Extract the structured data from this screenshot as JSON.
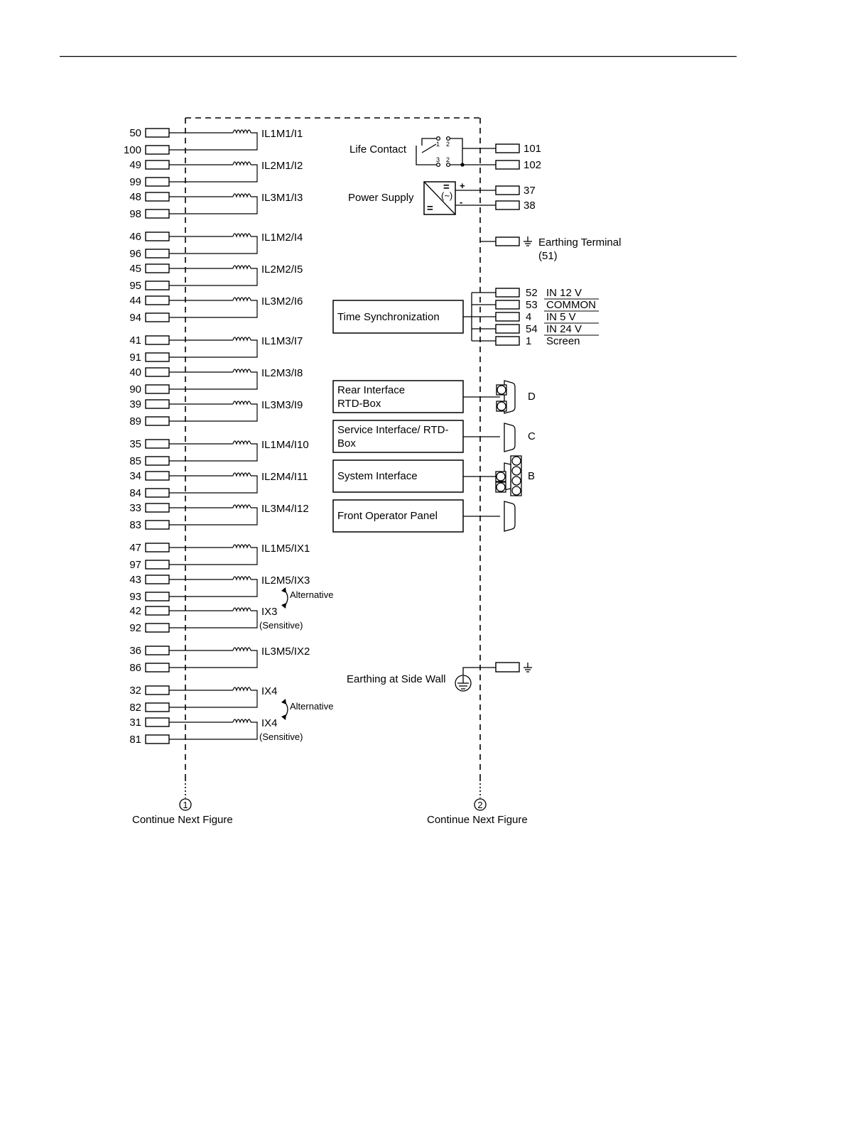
{
  "current_inputs": [
    {
      "terminals": [
        "50",
        "100"
      ],
      "label": "IL1M1/I1",
      "note": ""
    },
    {
      "terminals": [
        "49",
        "99"
      ],
      "label": "IL2M1/I2",
      "note": ""
    },
    {
      "terminals": [
        "48",
        "98"
      ],
      "label": "IL3M1/I3",
      "note": ""
    },
    {
      "terminals": [
        "46",
        "96"
      ],
      "label": "IL1M2/I4",
      "note": ""
    },
    {
      "terminals": [
        "45",
        "95"
      ],
      "label": "IL2M2/I5",
      "note": ""
    },
    {
      "terminals": [
        "44",
        "94"
      ],
      "label": "IL3M2/I6",
      "note": ""
    },
    {
      "terminals": [
        "41",
        "91"
      ],
      "label": "IL1M3/I7",
      "note": ""
    },
    {
      "terminals": [
        "40",
        "90"
      ],
      "label": "IL2M3/I8",
      "note": ""
    },
    {
      "terminals": [
        "39",
        "89"
      ],
      "label": "IL3M3/I9",
      "note": ""
    },
    {
      "terminals": [
        "35",
        "85"
      ],
      "label": "IL1M4/I10",
      "note": ""
    },
    {
      "terminals": [
        "34",
        "84"
      ],
      "label": "IL2M4/I11",
      "note": ""
    },
    {
      "terminals": [
        "33",
        "83"
      ],
      "label": "IL3M4/I12",
      "note": ""
    },
    {
      "terminals": [
        "47",
        "97"
      ],
      "label": "IL1M5/IX1",
      "note": ""
    },
    {
      "terminals": [
        "43",
        "93"
      ],
      "label": "IL2M5/IX3",
      "note": ""
    },
    {
      "terminals": [
        "42",
        "92"
      ],
      "label": "IX3",
      "note": "(Sensitive)"
    },
    {
      "terminals": [
        "36",
        "86"
      ],
      "label": "IL3M5/IX2",
      "note": ""
    },
    {
      "terminals": [
        "32",
        "82"
      ],
      "label": "IX4",
      "note": ""
    },
    {
      "terminals": [
        "31",
        "81"
      ],
      "label": "IX4",
      "note": "(Sensitive)"
    }
  ],
  "alternative_labels": [
    "Alternative",
    "Alternative"
  ],
  "life_contact": {
    "label": "Life Contact",
    "pins_top": [
      "1",
      "2"
    ],
    "pins_bottom": [
      "3",
      "2"
    ],
    "terminals": [
      "101",
      "102"
    ]
  },
  "power_supply": {
    "label": "Power Supply",
    "symbol_dc_top": "=",
    "symbol_ac": "(~)",
    "symbol_dc_bottom": "=",
    "plus": "+",
    "minus": "-",
    "terminals": [
      "37",
      "38"
    ]
  },
  "earthing_terminal": {
    "label": "Earthing Terminal",
    "number": "(51)"
  },
  "time_sync": {
    "label": "Time Synchronization",
    "rows": [
      {
        "terminal": "52",
        "signal": "IN 12 V"
      },
      {
        "terminal": "53",
        "signal": "COMMON"
      },
      {
        "terminal": "4",
        "signal": "IN 5 V"
      },
      {
        "terminal": "54",
        "signal": "IN 24 V"
      },
      {
        "terminal": "1",
        "signal": "Screen"
      }
    ]
  },
  "interfaces": [
    {
      "line1": "Rear Interface",
      "line2": "RTD-Box",
      "port": "D"
    },
    {
      "line1": "Service Interface/ RTD-",
      "line2": "Box",
      "port": "C"
    },
    {
      "line1": "System Interface",
      "line2": "",
      "port": "B"
    },
    {
      "line1": "Front Operator Panel",
      "line2": "",
      "port": ""
    }
  ],
  "earthing_side_wall": {
    "label": "Earthing at Side Wall"
  },
  "continuations": [
    {
      "number": "1",
      "label": "Continue Next Figure"
    },
    {
      "number": "2",
      "label": "Continue Next Figure"
    }
  ]
}
